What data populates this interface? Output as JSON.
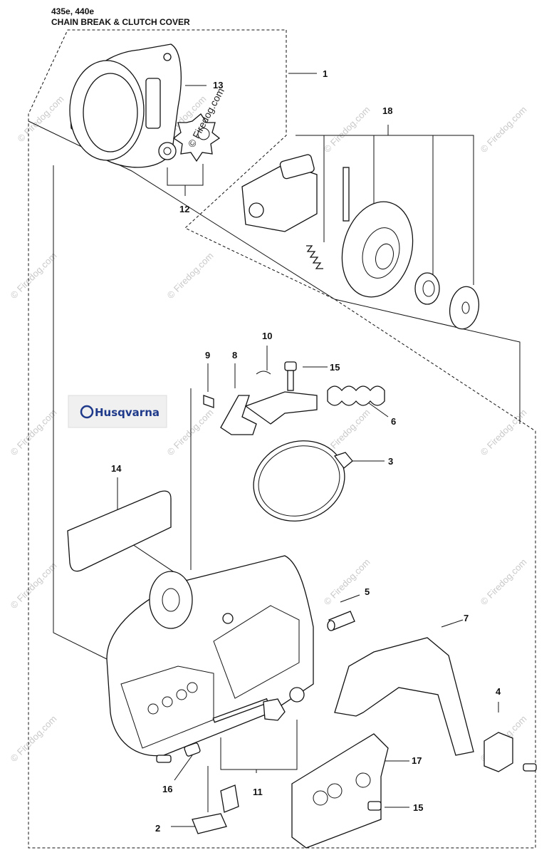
{
  "header": {
    "model": "435e, 440e",
    "section": "CHAIN BREAK & CLUTCH COVER"
  },
  "brand_label": "Husqvarna",
  "watermark": "© Firedog.com",
  "watermark_embossed": "© Firedog.com",
  "parts": [
    {
      "ref": "1"
    },
    {
      "ref": "2"
    },
    {
      "ref": "3"
    },
    {
      "ref": "4"
    },
    {
      "ref": "5"
    },
    {
      "ref": "6"
    },
    {
      "ref": "7"
    },
    {
      "ref": "8"
    },
    {
      "ref": "9"
    },
    {
      "ref": "10"
    },
    {
      "ref": "11"
    },
    {
      "ref": "12"
    },
    {
      "ref": "13"
    },
    {
      "ref": "14"
    },
    {
      "ref": "15"
    },
    {
      "ref": "15"
    },
    {
      "ref": "16"
    },
    {
      "ref": "17"
    },
    {
      "ref": "18"
    }
  ],
  "colors": {
    "brand": "#1f3a8a",
    "line": "#111111",
    "watermark": "#c9c9c9"
  }
}
